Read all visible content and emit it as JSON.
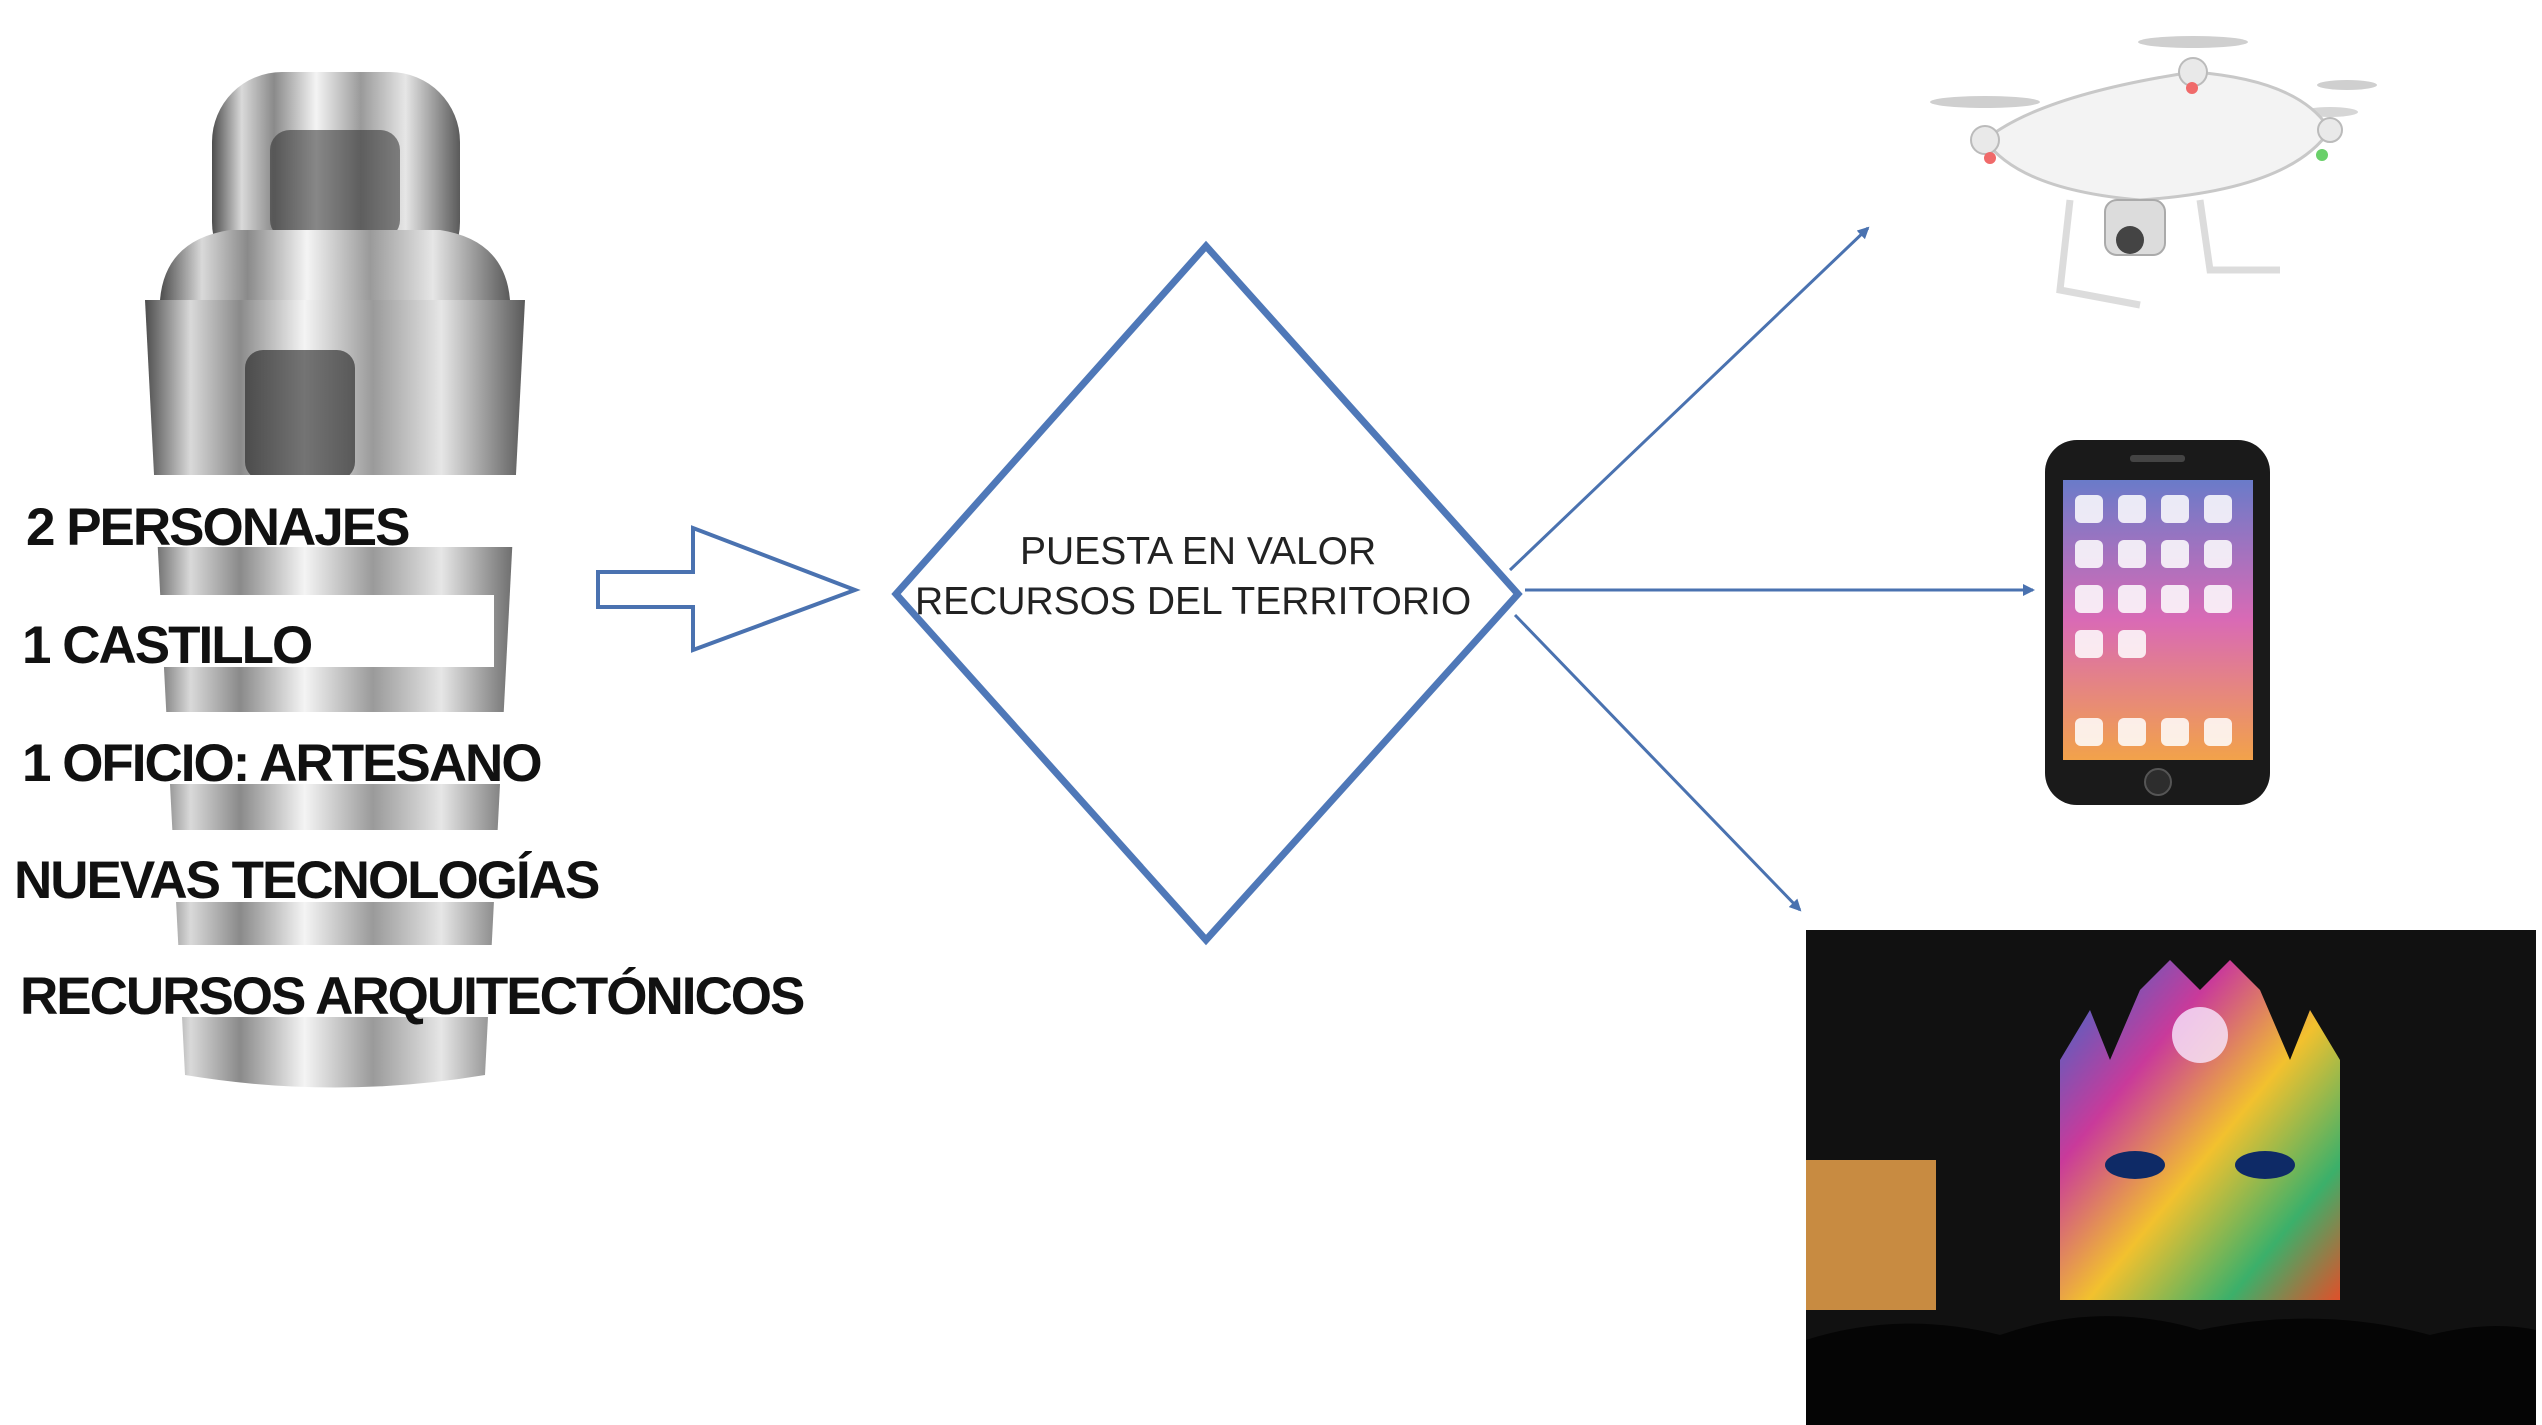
{
  "ingredients": [
    "2 PERSONAJES",
    "1 CASTILLO",
    "1 OFICIO: ARTESANO",
    "NUEVAS TECNOLOGÍAS",
    "RECURSOS ARQUITECTÓNICOS"
  ],
  "center": {
    "line1": "PUESTA EN VALOR",
    "line2": "RECURSOS DEL TERRITORIO"
  },
  "colors": {
    "arrow_blue": "#4a72b0",
    "diamond_blue": "#4f78b8",
    "text_dark": "#111111"
  },
  "icons": [
    "cocktail-shaker-image",
    "drone-image",
    "smartphone-image",
    "projection-mapping-image"
  ]
}
